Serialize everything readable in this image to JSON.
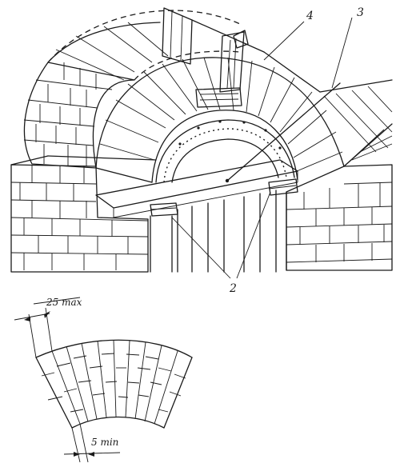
{
  "labels": {
    "callout_4": "4",
    "callout_3": "3",
    "callout_2": "2"
  },
  "dimensions": {
    "top_joint": "25 max",
    "bottom_joint": "5 min"
  }
}
